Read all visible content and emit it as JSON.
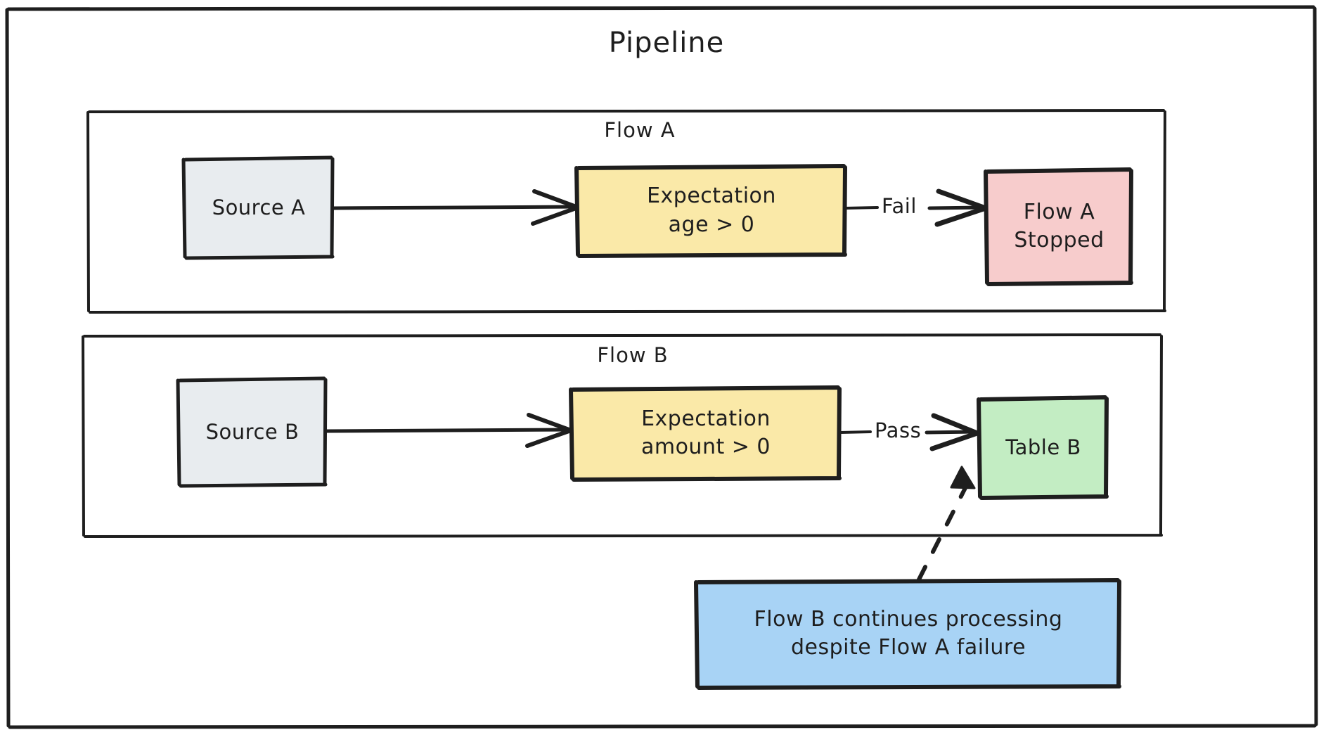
{
  "diagram": {
    "title": "Pipeline",
    "background": "#ffffff",
    "stroke_color": "#1e1e1e"
  },
  "groups": [
    {
      "id": "flow-a",
      "label": "Flow A"
    },
    {
      "id": "flow-b",
      "label": "Flow B"
    }
  ],
  "nodes": {
    "source_a": {
      "label": "Source A",
      "fill": "#e8ecef"
    },
    "expectation_a": {
      "line1": "Expectation",
      "line2": "age > 0",
      "fill": "#fae9a8"
    },
    "flow_a_stopped": {
      "line1": "Flow A",
      "line2": "Stopped",
      "fill": "#f7cccc"
    },
    "source_b": {
      "label": "Source B",
      "fill": "#e8ecef"
    },
    "expectation_b": {
      "line1": "Expectation",
      "line2": "amount > 0",
      "fill": "#fae9a8"
    },
    "table_b": {
      "label": "Table B",
      "fill": "#c3edc3"
    },
    "note": {
      "line1": "Flow B continues processing",
      "line2": "despite Flow A failure",
      "fill": "#a8d3f5"
    }
  },
  "edges": {
    "fail_label": "Fail",
    "pass_label": "Pass"
  }
}
